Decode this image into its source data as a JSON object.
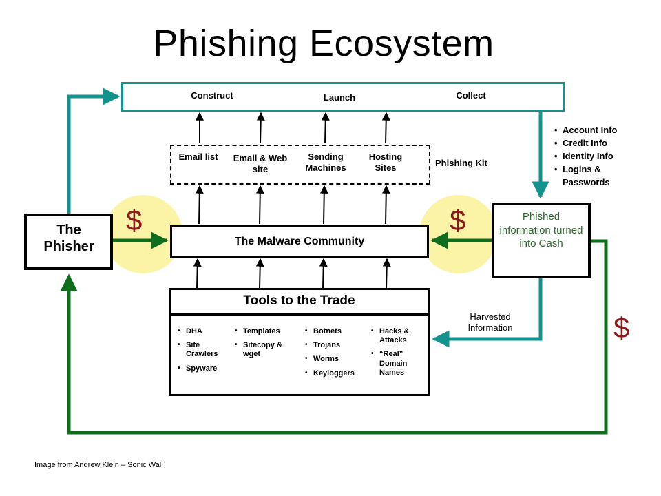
{
  "title": "Phishing Ecosystem",
  "stages": {
    "construct": "Construct",
    "launch": "Launch",
    "collect": "Collect"
  },
  "kit": {
    "label": "Phishing Kit",
    "items": [
      "Email list",
      "Email & Web site",
      "Sending Machines",
      "Hosting Sites"
    ]
  },
  "malware_community": "The Malware Community",
  "tools": {
    "title": "Tools to the Trade",
    "columns": [
      [
        "DHA",
        "Site Crawlers",
        "Spyware"
      ],
      [
        "Templates",
        "Sitecopy & wget"
      ],
      [
        "Botnets",
        "Trojans",
        "Worms",
        "Keyloggers"
      ],
      [
        "Hacks & Attacks",
        "“Real” Domain Names"
      ]
    ]
  },
  "phisher": "The Phisher",
  "cash_box": "Phished information turned into Cash",
  "account_info": [
    "Account Info",
    "Credit Info",
    "Identity Info",
    "Logins & Passwords"
  ],
  "harvested": "Harvested Information",
  "dollar_symbol": "$",
  "credit": "Image from Andrew Klein – Sonic Wall",
  "colors": {
    "teal": "#14938e",
    "green": "#0f6e1e",
    "yellow_circle": "#fbf3a6",
    "dollar": "#8b1a1a",
    "cash_text": "#2d6a2f"
  }
}
